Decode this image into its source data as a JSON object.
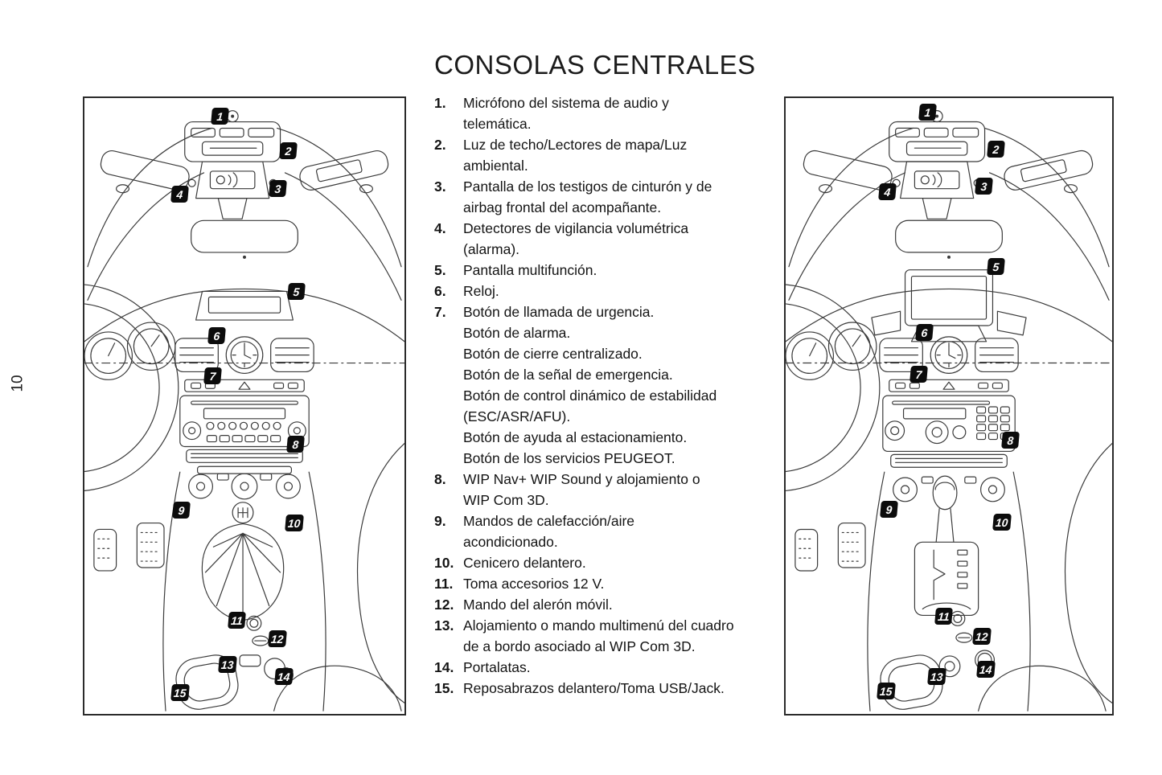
{
  "page": {
    "number": "10",
    "title": "CONSOLAS CENTRALES"
  },
  "callouts": [
    "1",
    "2",
    "3",
    "4",
    "5",
    "6",
    "7",
    "8",
    "9",
    "10",
    "11",
    "12",
    "13",
    "14",
    "15"
  ],
  "legend": {
    "items": [
      {
        "num": "1.",
        "lines": [
          "Micrófono del sistema de audio y",
          "telemática."
        ]
      },
      {
        "num": "2.",
        "lines": [
          "Luz de techo/Lectores de mapa/Luz",
          "ambiental."
        ]
      },
      {
        "num": "3.",
        "lines": [
          "Pantalla de los testigos de cinturón y de",
          "airbag frontal del acompañante."
        ]
      },
      {
        "num": "4.",
        "lines": [
          "Detectores de vigilancia volumétrica",
          "(alarma)."
        ]
      },
      {
        "num": "5.",
        "lines": [
          "Pantalla multifunción."
        ]
      },
      {
        "num": "6.",
        "lines": [
          "Reloj."
        ]
      },
      {
        "num": "7.",
        "lines": [
          "Botón de llamada de urgencia.",
          "Botón de alarma.",
          "Botón de cierre centralizado.",
          "Botón de la señal de emergencia.",
          "Botón de control dinámico de estabilidad",
          "(ESC/ASR/AFU).",
          "Botón de ayuda al estacionamiento.",
          "Botón de los servicios PEUGEOT."
        ]
      },
      {
        "num": "8.",
        "lines": [
          "WIP Nav+ WIP Sound y alojamiento o",
          "WIP Com 3D."
        ]
      },
      {
        "num": "9.",
        "lines": [
          "Mandos de calefacción/aire",
          "acondicionado."
        ]
      },
      {
        "num": "10.",
        "lines": [
          "Cenicero delantero."
        ]
      },
      {
        "num": "11.",
        "lines": [
          "Toma accesorios 12 V."
        ]
      },
      {
        "num": "12.",
        "lines": [
          "Mando del alerón móvil."
        ]
      },
      {
        "num": "13.",
        "lines": [
          "Alojamiento o mando multimenú del cuadro",
          "de a bordo asociado al WIP Com 3D."
        ]
      },
      {
        "num": "14.",
        "lines": [
          "Portalatas."
        ]
      },
      {
        "num": "15.",
        "lines": [
          "Reposabrazos delantero/Toma USB/Jack."
        ]
      }
    ]
  },
  "colors": {
    "badge_bg": "#0c0c0c",
    "badge_text": "#ffffff",
    "line_color": "#3a3a3a",
    "panel_border": "#2b2b2b"
  }
}
